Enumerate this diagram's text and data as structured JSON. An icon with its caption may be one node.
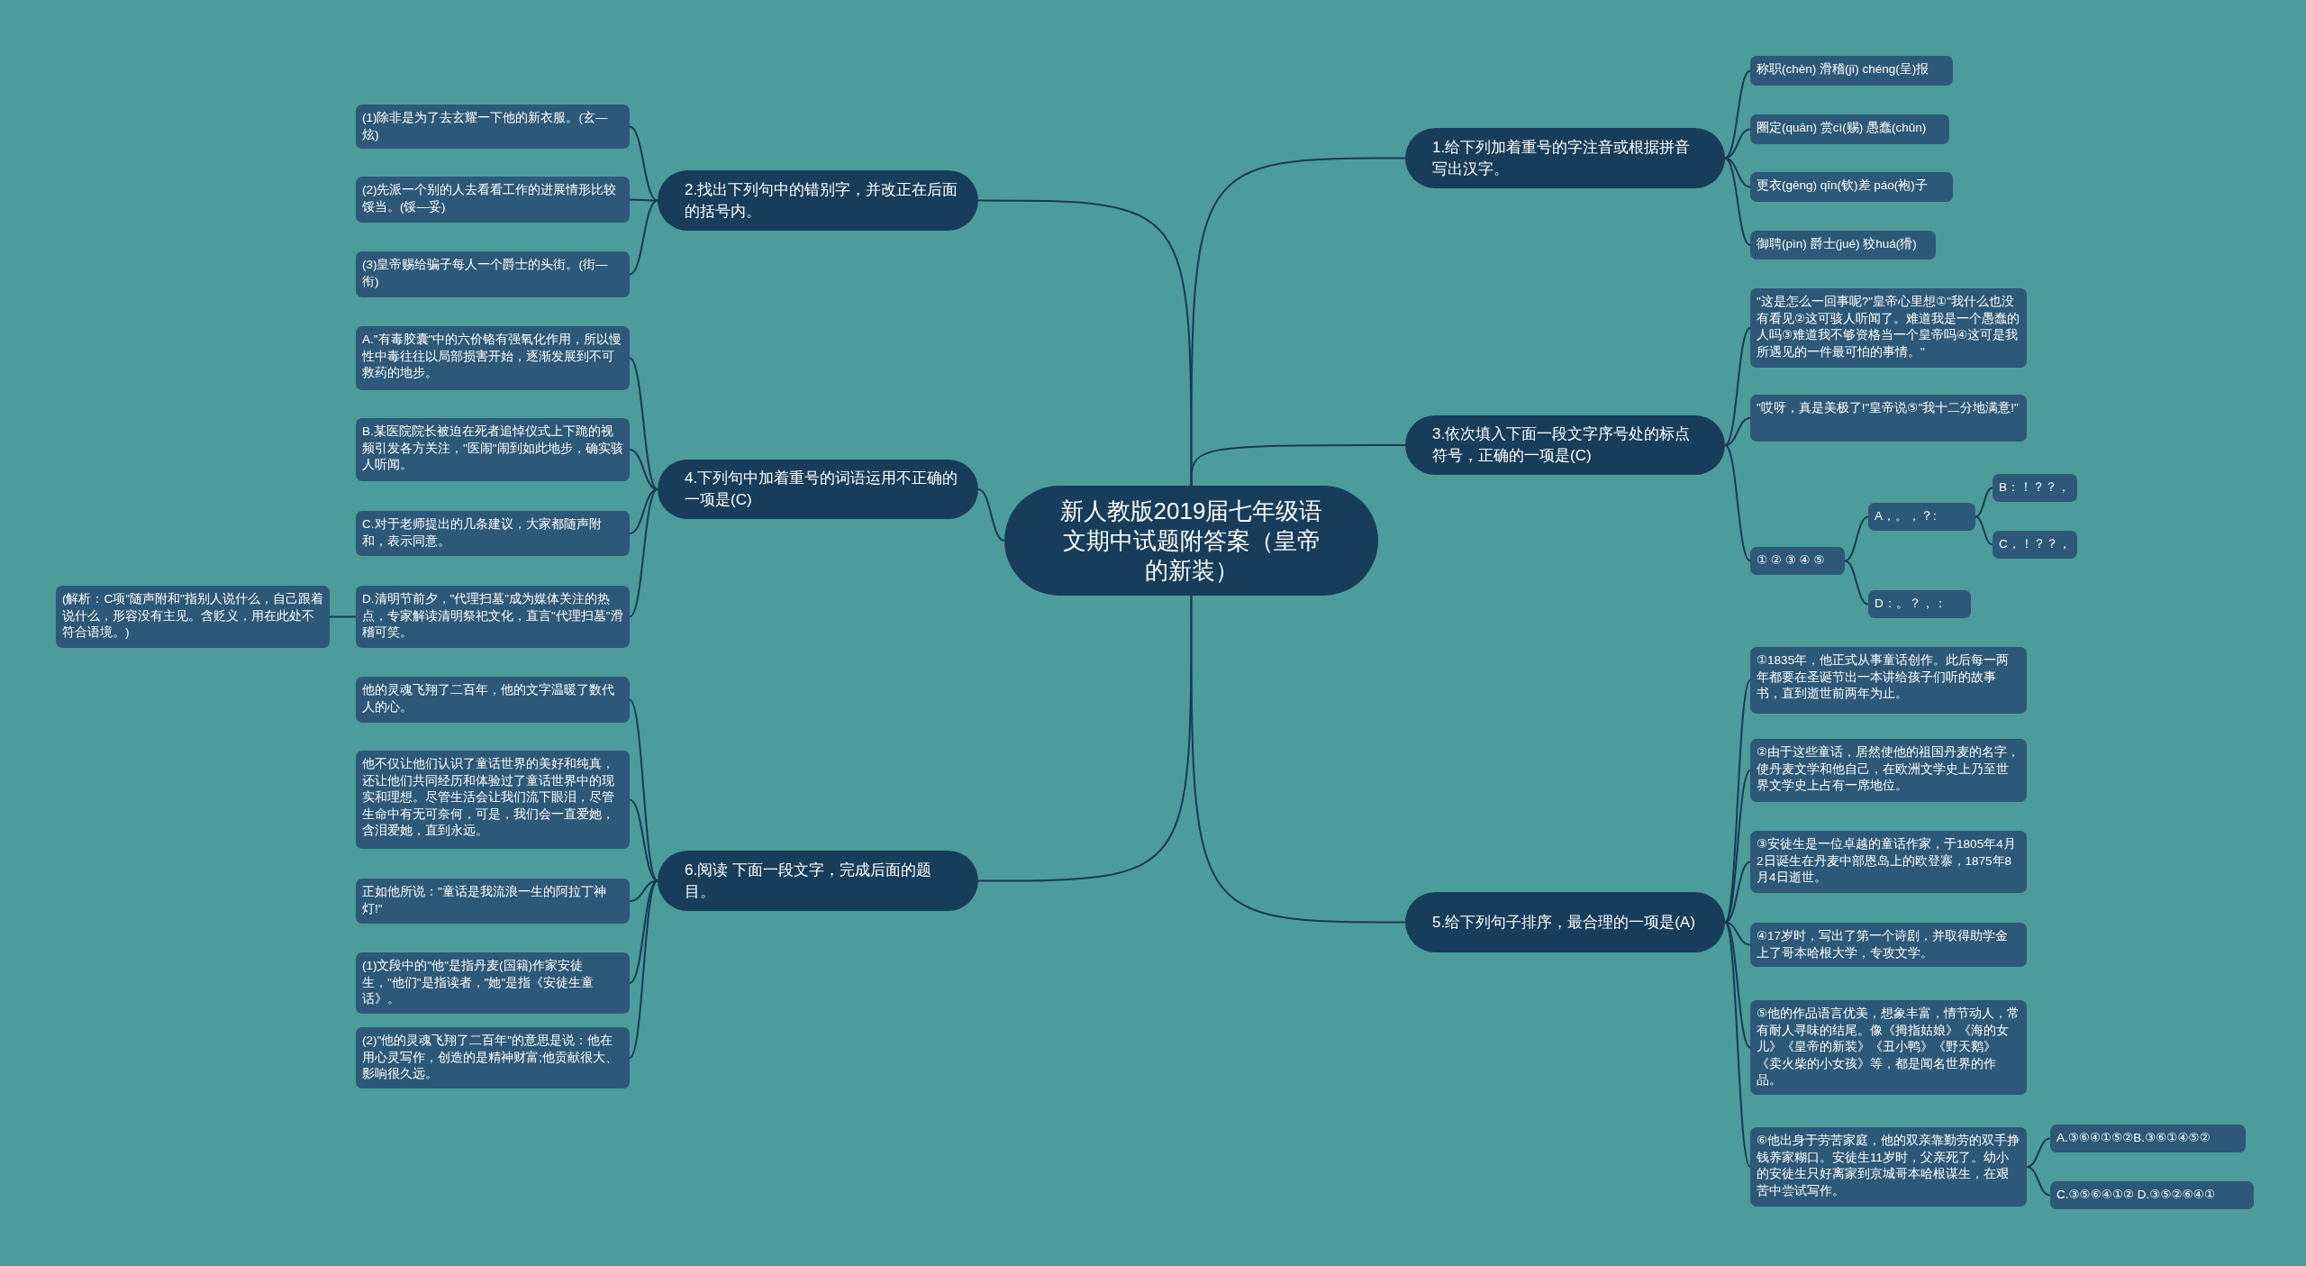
{
  "diagram": {
    "nodes": [
      {
        "text": [
          "新人教版2019届七年级语文期中试题附答案（皇帝的新装）"
        ]
      },
      {
        "text": [
          "2.找出下列句中的错别字，并改正在后面的括号内。"
        ]
      },
      {
        "text": [
          "(1)除非是为了去玄耀一下他的新衣服。(玄—炫)"
        ]
      },
      {
        "text": [
          "(2)先派一个别的人去看看工作的进展情形比较馁当。(馁—妥)"
        ]
      },
      {
        "text": [
          "(3)皇帝赐给骗子每人一个爵士的头街。(街—衔)"
        ]
      },
      {
        "text": [
          "4.下列句中加着重号的词语运用不正确的一项是(C)"
        ]
      },
      {
        "text": [
          "A.\"有毒胶囊\"中的六价铬有强氧化作用，所以慢性中毒往往以局部损害开始，逐渐发展到不可救药的地步。"
        ]
      },
      {
        "text": [
          "B.某医院院长被迫在死者追悼仪式上下跪的视频引发各方关注，\"医闹\"闹到如此地步，确实骇人听闻。"
        ]
      },
      {
        "text": [
          "C.对于老师提出的几条建议，大家都随声附和，表示同意。"
        ]
      },
      {
        "text": [
          "D.清明节前夕，\"代理扫墓\"成为媒体关注的热点，专家解读清明祭祀文化，直言\"代理扫墓\"滑稽可笑。"
        ]
      },
      {
        "text": [
          "(解析：C项\"随声附和\"指别人说什么，自己跟着说什么，形容没有主见。含贬义，用在此处不符合语境。)"
        ]
      },
      {
        "text": [
          "6.阅读 下面一段文字，完成后面的题目。"
        ]
      },
      {
        "text": [
          "他的灵魂飞翔了二百年，他的文字温暖了数代人的心。"
        ]
      },
      {
        "text": [
          "他不仅让他们认识了童话世界的美好和纯真，还让他们共同经历和体验过了童话世界中的现实和理想。尽管生活会让我们流下眼泪，尽管生命中有无可奈何，可是，我们会一直爱她，含泪爱她，直到永远。"
        ]
      },
      {
        "text": [
          "正如他所说：\"童话是我流浪一生的阿拉丁神灯!\""
        ]
      },
      {
        "text": [
          "(1)文段中的\"他\"是指丹麦(国籍)作家安徒生，\"他们\"是指读者，\"她\"是指《安徒生童话》。"
        ]
      },
      {
        "text": [
          "(2)\"他的灵魂飞翔了二百年\"的意思是说：他在用心灵写作，创造的是精神财富;他贡献很大、影响很久远。"
        ]
      },
      {
        "text": [
          "1.给下列加着重号的字注音或根据拼音写出汉字。"
        ]
      },
      {
        "text": [
          "称职(chèn) 滑稽(jī) chéng(呈)报"
        ]
      },
      {
        "text": [
          "圈定(quān) 赏cì(赐) 愚蠢(chǔn)"
        ]
      },
      {
        "text": [
          "更衣(gēng) qīn(钦)差 páo(袍)子"
        ]
      },
      {
        "text": [
          "御聘(pìn) 爵士(jué) 狡huá(猾)"
        ]
      },
      {
        "text": [
          "3.依次填入下面一段文字序号处的标点符号，正确的一项是(C)"
        ]
      },
      {
        "text": [
          "\"这是怎么一回事呢?\"皇帝心里想①\"我什么也没有看见②这可骇人听闻了。难道我是一个愚蠢的人吗③难道我不够资格当一个皇帝吗④这可是我所遇见的一件最可怕的事情。\""
        ]
      },
      {
        "text": [
          "\"哎呀，真是美极了!\"皇帝说⑤\"我十二分地满意!\""
        ]
      },
      {
        "text": [
          "① ② ③ ④ ⑤"
        ]
      },
      {
        "text": [
          "A，。，？:"
        ]
      },
      {
        "text": [
          "B：！？？，"
        ]
      },
      {
        "text": [
          "C，！？？，"
        ]
      },
      {
        "text": [
          "D：。？，："
        ]
      },
      {
        "text": [
          "5.给下列句子排序，最合理的一项是(A)"
        ]
      },
      {
        "text": [
          "①1835年，他正式从事童话创作。此后每一两年都要在圣诞节出一本讲给孩子们听的故事书，直到逝世前两年为止。"
        ]
      },
      {
        "text": [
          "②由于这些童话，居然使他的祖国丹麦的名字，使丹麦文学和他自己，在欧洲文学史上乃至世界文学史上占有一席地位。"
        ]
      },
      {
        "text": [
          "③安徒生是一位卓越的童话作家，于1805年4月2日诞生在丹麦中部恩岛上的欧登寨，1875年8月4日逝世。"
        ]
      },
      {
        "text": [
          "④17岁时，写出了第一个诗剧，并取得助学金上了哥本哈根大学，专攻文学。"
        ]
      },
      {
        "text": [
          "⑤他的作品语言优美，想象丰富，情节动人，常有耐人寻味的结尾。像《拇指姑娘》《海的女儿》《皇帝的新装》《丑小鸭》《野天鹅》《卖火柴的小女孩》等，都是闻名世界的作品。"
        ]
      },
      {
        "text": [
          "⑥他出身于劳苦家庭，他的双亲靠勤劳的双手挣钱养家糊口。安徒生11岁时，父亲死了。幼小的安徒生只好离家到京城哥本哈根谋生，在艰苦中尝试写作。"
        ]
      },
      {
        "text": [
          "A.③⑥④①⑤②B.③⑥①④⑤②"
        ]
      },
      {
        "text": [
          "C.③⑤⑥④①② D.③⑤②⑥④①"
        ]
      }
    ],
    "edges": [
      {
        "from": 0,
        "to": 1,
        "arrow": "none"
      },
      {
        "from": 1,
        "to": 2,
        "arrow": "none"
      },
      {
        "from": 1,
        "to": 3,
        "arrow": "none"
      },
      {
        "from": 1,
        "to": 4,
        "arrow": "none"
      },
      {
        "from": 0,
        "to": 5,
        "arrow": "none"
      },
      {
        "from": 5,
        "to": 6,
        "arrow": "none"
      },
      {
        "from": 5,
        "to": 7,
        "arrow": "none"
      },
      {
        "from": 5,
        "to": 8,
        "arrow": "none"
      },
      {
        "from": 5,
        "to": 9,
        "arrow": "none"
      },
      {
        "from": 9,
        "to": 10,
        "arrow": "none"
      },
      {
        "from": 0,
        "to": 11,
        "arrow": "none"
      },
      {
        "from": 11,
        "to": 12,
        "arrow": "none"
      },
      {
        "from": 11,
        "to": 13,
        "arrow": "none"
      },
      {
        "from": 11,
        "to": 14,
        "arrow": "none"
      },
      {
        "from": 11,
        "to": 15,
        "arrow": "none"
      },
      {
        "from": 11,
        "to": 16,
        "arrow": "none"
      },
      {
        "from": 0,
        "to": 17,
        "arrow": "none"
      },
      {
        "from": 17,
        "to": 18,
        "arrow": "none"
      },
      {
        "from": 17,
        "to": 19,
        "arrow": "none"
      },
      {
        "from": 17,
        "to": 20,
        "arrow": "none"
      },
      {
        "from": 17,
        "to": 21,
        "arrow": "none"
      },
      {
        "from": 0,
        "to": 22,
        "arrow": "none"
      },
      {
        "from": 22,
        "to": 23,
        "arrow": "none"
      },
      {
        "from": 22,
        "to": 24,
        "arrow": "none"
      },
      {
        "from": 22,
        "to": 25,
        "arrow": "none"
      },
      {
        "from": 25,
        "to": 26,
        "arrow": "none"
      },
      {
        "from": 25,
        "to": 29,
        "arrow": "none"
      },
      {
        "from": 26,
        "to": 27,
        "arrow": "none"
      },
      {
        "from": 26,
        "to": 28,
        "arrow": "none"
      },
      {
        "from": 0,
        "to": 30,
        "arrow": "none"
      },
      {
        "from": 30,
        "to": 31,
        "arrow": "none"
      },
      {
        "from": 30,
        "to": 32,
        "arrow": "none"
      },
      {
        "from": 30,
        "to": 33,
        "arrow": "none"
      },
      {
        "from": 30,
        "to": 34,
        "arrow": "none"
      },
      {
        "from": 30,
        "to": 35,
        "arrow": "none"
      },
      {
        "from": 30,
        "to": 36,
        "arrow": "none"
      },
      {
        "from": 36,
        "to": 37,
        "arrow": "none"
      },
      {
        "from": 36,
        "to": 38,
        "arrow": "none"
      }
    ]
  }
}
